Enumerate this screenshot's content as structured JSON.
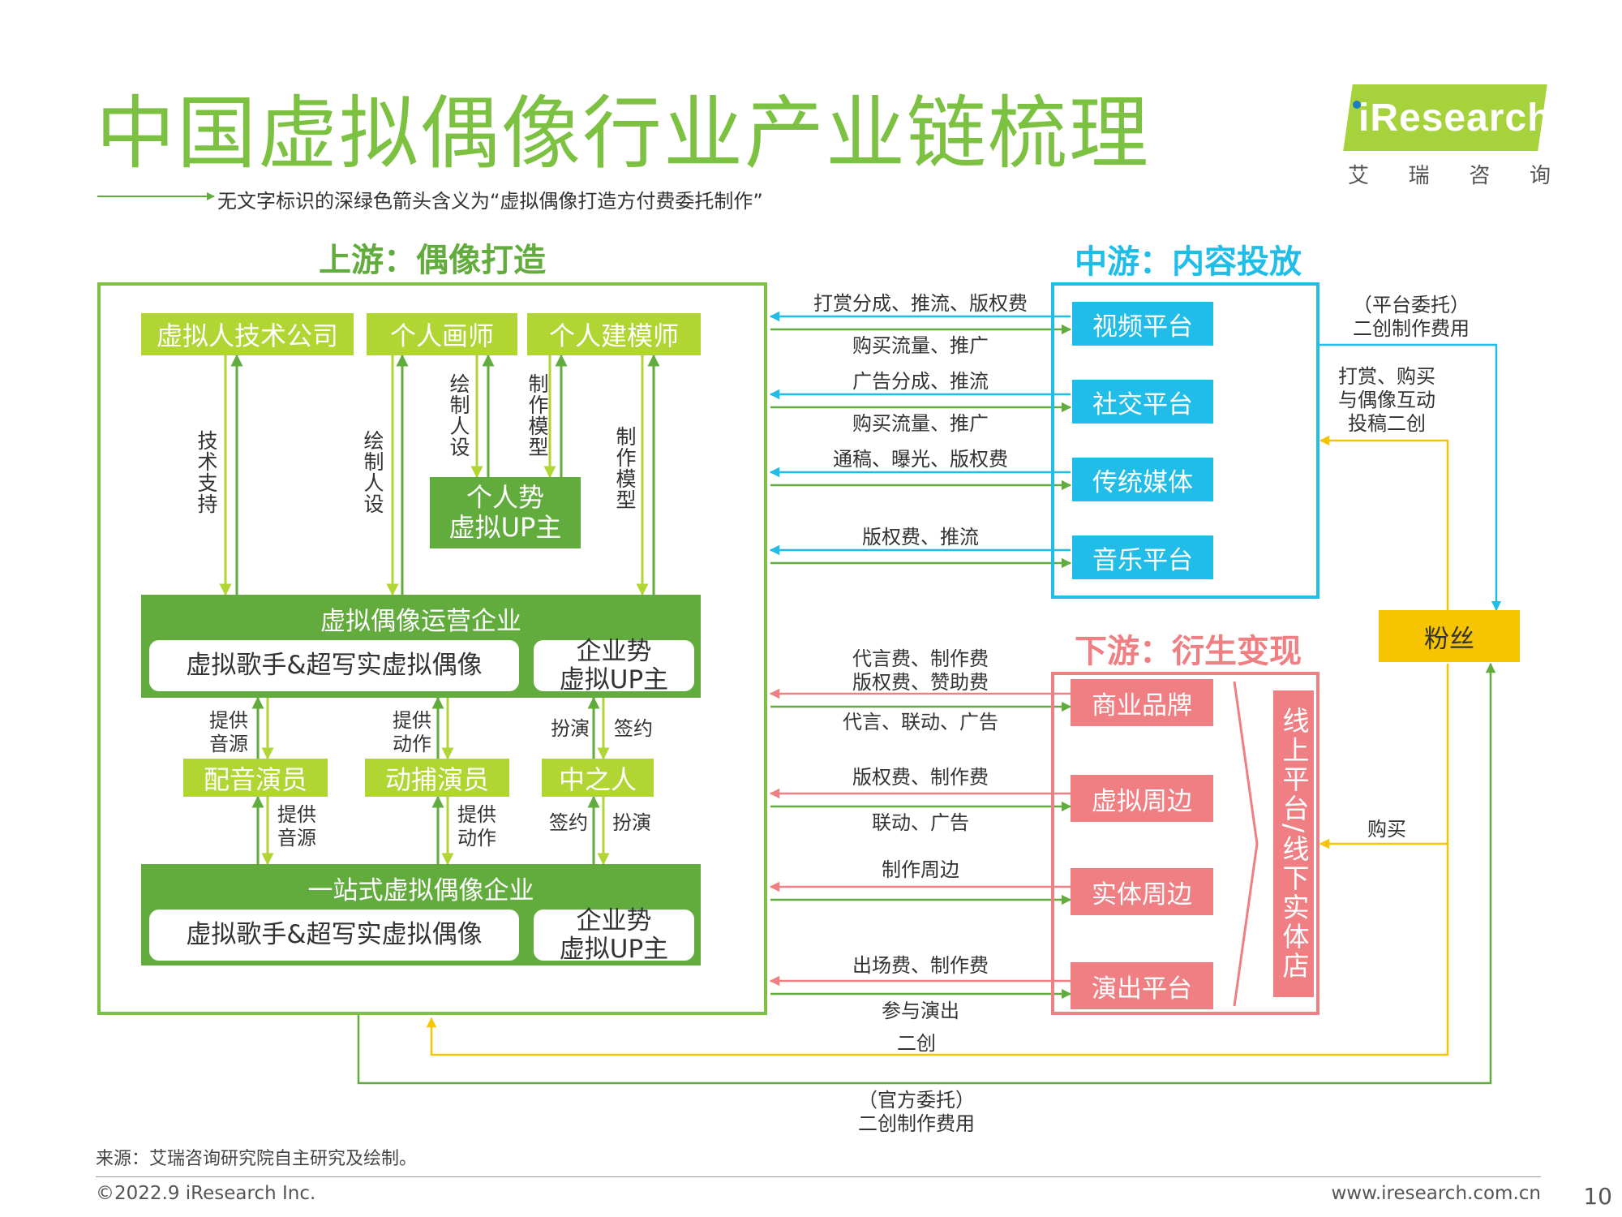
{
  "title": "中国虚拟偶像行业产业链梳理",
  "legend_note": "无文字标识的深绿色箭头含义为“虚拟偶像打造方付费委托制作”",
  "logo": {
    "brand": "iResearch",
    "cn": [
      "艾",
      "瑞",
      "咨",
      "询"
    ]
  },
  "sections": {
    "upstream": "上游：偶像打造",
    "midstream": "中游：内容投放",
    "downstream": "下游：衍生变现"
  },
  "upstream": {
    "creators": [
      "虚拟人技术公司",
      "个人画师",
      "个人建模师"
    ],
    "individual_up": [
      "个人势",
      "虚拟UP主"
    ],
    "operator": {
      "title": "虚拟偶像运营企业",
      "left": "虚拟歌手&超写实虚拟偶像",
      "right": [
        "企业势",
        "虚拟UP主"
      ]
    },
    "actors": [
      "配音演员",
      "动捕演员",
      "中之人"
    ],
    "onestop": {
      "title": "一站式虚拟偶像企业",
      "left": "虚拟歌手&超写实虚拟偶像",
      "right": [
        "企业势",
        "虚拟UP主"
      ]
    },
    "labels": {
      "tech_support": "技术支持",
      "draw_persona": "绘制人设",
      "make_model": "制作模型",
      "provide_audio": [
        "提供",
        "音源"
      ],
      "provide_motion": [
        "提供",
        "动作"
      ],
      "act": "扮演",
      "sign": "签约"
    }
  },
  "midstream": {
    "platforms": [
      "视频平台",
      "社交平台",
      "传统媒体",
      "音乐平台"
    ],
    "flows": [
      {
        "back": "打赏分成、推流、版权费",
        "fwd": "购买流量、推广"
      },
      {
        "back": "广告分成、推流",
        "fwd": "购买流量、推广"
      },
      {
        "back": "通稿、曝光、版权费",
        "fwd": ""
      },
      {
        "back": "版权费、推流",
        "fwd": ""
      }
    ]
  },
  "downstream": {
    "items": [
      "商业品牌",
      "虚拟周边",
      "实体周边",
      "演出平台"
    ],
    "online_offline": "线上平台/线下实体店",
    "flows": [
      {
        "back": [
          "代言费、制作费",
          "版权费、赞助费"
        ],
        "fwd": "代言、联动、广告"
      },
      {
        "back": [
          "版权费、制作费"
        ],
        "fwd": "联动、广告"
      },
      {
        "back": [
          "制作周边"
        ],
        "fwd": ""
      },
      {
        "back": [
          "出场费、制作费"
        ],
        "fwd": "参与演出"
      }
    ]
  },
  "fans": {
    "label": "粉丝",
    "platform_commission": [
      "（平台委托）",
      "二创制作费用"
    ],
    "interaction": [
      "打赏、购买",
      "与偶像互动",
      "投稿二创"
    ],
    "buy": "购买",
    "fan_creation": "二创",
    "official_commission": [
      "（官方委托）",
      "二创制作费用"
    ]
  },
  "colors": {
    "light_green": "#b1d533",
    "dark_green": "#62ac3e",
    "cyan": "#1fbde8",
    "pink": "#ef7f82",
    "yellow": "#f6c400"
  },
  "footer": {
    "source": "来源：艾瑞咨询研究院自主研究及绘制。",
    "copyright": "©2022.9 iResearch Inc.",
    "website": "www.iresearch.com.cn",
    "page": "10"
  }
}
